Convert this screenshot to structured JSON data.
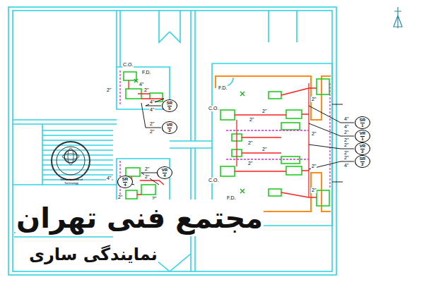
{
  "diagram": {
    "nodes": [
      {
        "text": [
          "SR",
          "5"
        ]
      },
      {
        "text": [
          "VR",
          "3"
        ]
      },
      {
        "text": [
          "SR",
          "1"
        ]
      },
      {
        "text": [
          "VR",
          "1"
        ]
      },
      {
        "text": [
          "VR",
          "2"
        ]
      },
      {
        "text": [
          "SR",
          "2"
        ]
      },
      {
        "text": [
          "VR",
          "4"
        ]
      },
      {
        "text": [
          "SR",
          "4"
        ]
      }
    ],
    "labels": [
      "C.O.",
      "4\"",
      "F.D.",
      "2\"",
      "2\"",
      "4\"",
      "4\"",
      "2\"",
      "2\"",
      "F.D.",
      "2\"",
      "2\"",
      "C.O.",
      "2\"",
      "2\"",
      "2\"",
      "2\"",
      "2\"",
      "C.O.",
      "2\"",
      "F.D.",
      "2\"",
      "4\"",
      "4\"",
      "2\"",
      "2\"",
      "2\"",
      "2\"",
      "2\"",
      "4\"",
      "2\"",
      "2\"",
      "4\"",
      "2\"",
      "2\"",
      "Tehran Institute of Technology",
      "مجتمع فنی تهران",
      "نمایندگی ساری"
    ]
  }
}
